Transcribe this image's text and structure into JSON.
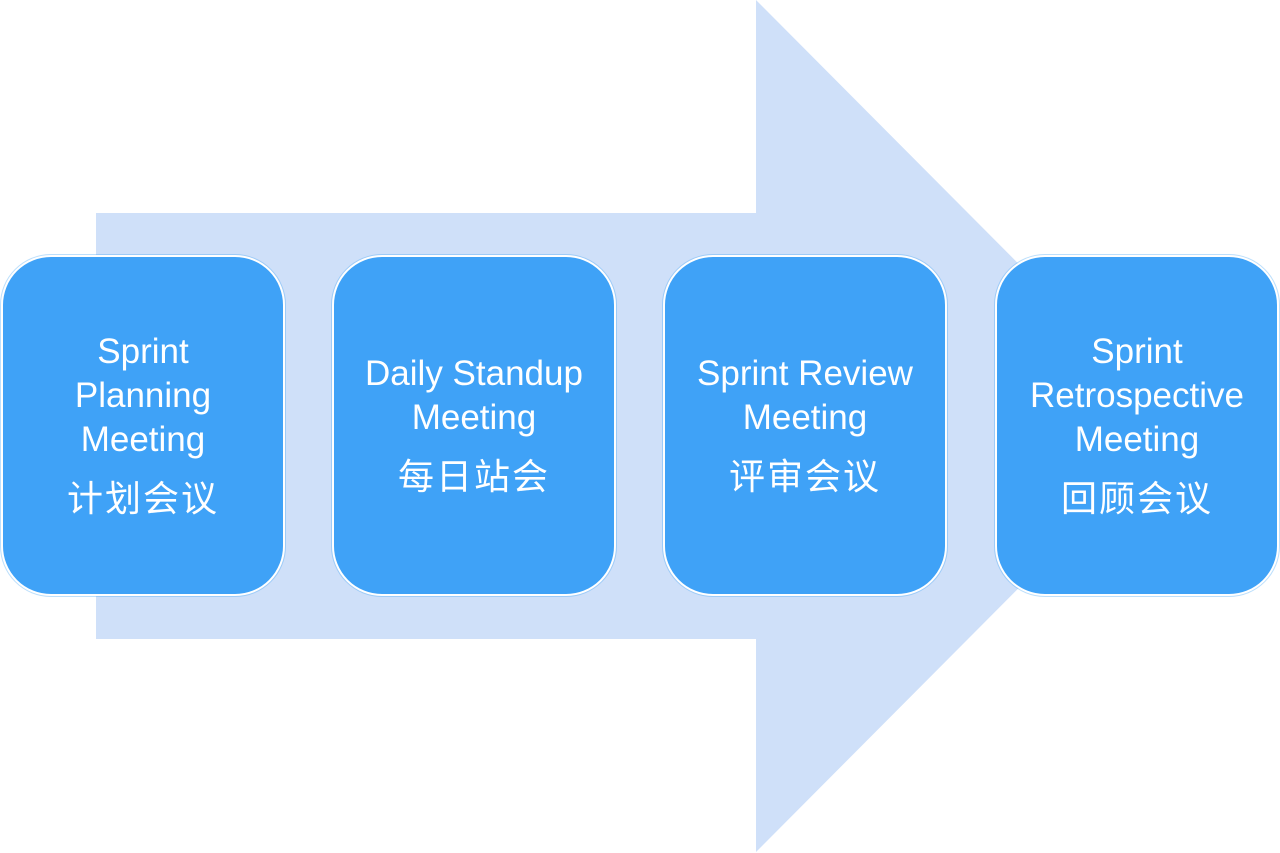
{
  "colors": {
    "arrow_fill": "#cfe0f9",
    "box_fill": "#3fa2f7",
    "box_border": "#ffffff",
    "text": "#ffffff"
  },
  "steps": [
    {
      "title_en": "Sprint\nPlanning\nMeeting",
      "title_zh": "计划会议"
    },
    {
      "title_en": "Daily Standup\nMeeting",
      "title_zh": "每日站会"
    },
    {
      "title_en": "Sprint Review\nMeeting",
      "title_zh": "评审会议"
    },
    {
      "title_en": "Sprint\nRetrospective\nMeeting",
      "title_zh": "回顾会议"
    }
  ]
}
